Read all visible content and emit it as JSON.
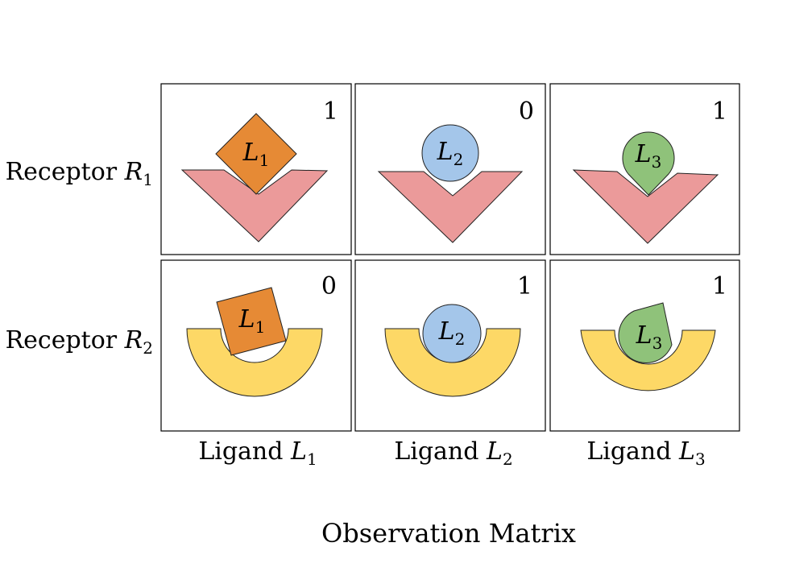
{
  "title": "Observation Matrix",
  "rows": [
    {
      "label": "Receptor",
      "symbol": "R",
      "index": "1"
    },
    {
      "label": "Receptor",
      "symbol": "R",
      "index": "2"
    }
  ],
  "columns": [
    {
      "label": "Ligand",
      "symbol": "L",
      "index": "1"
    },
    {
      "label": "Ligand",
      "symbol": "L",
      "index": "2"
    },
    {
      "label": "Ligand",
      "symbol": "L",
      "index": "3"
    }
  ],
  "matrix": [
    [
      "1",
      "0",
      "1"
    ],
    [
      "0",
      "1",
      "1"
    ]
  ],
  "colors": {
    "ligand_1": "#e68a35",
    "ligand_2": "#a4c6ea",
    "ligand_3": "#8fc27a",
    "receptor_1": "#eb9a9a",
    "receptor_2": "#fdd866"
  },
  "shapes": {
    "ligand_1": "square",
    "ligand_2": "circle",
    "ligand_3": "teardrop",
    "receptor_1": "v-shape",
    "receptor_2": "u-shape"
  }
}
